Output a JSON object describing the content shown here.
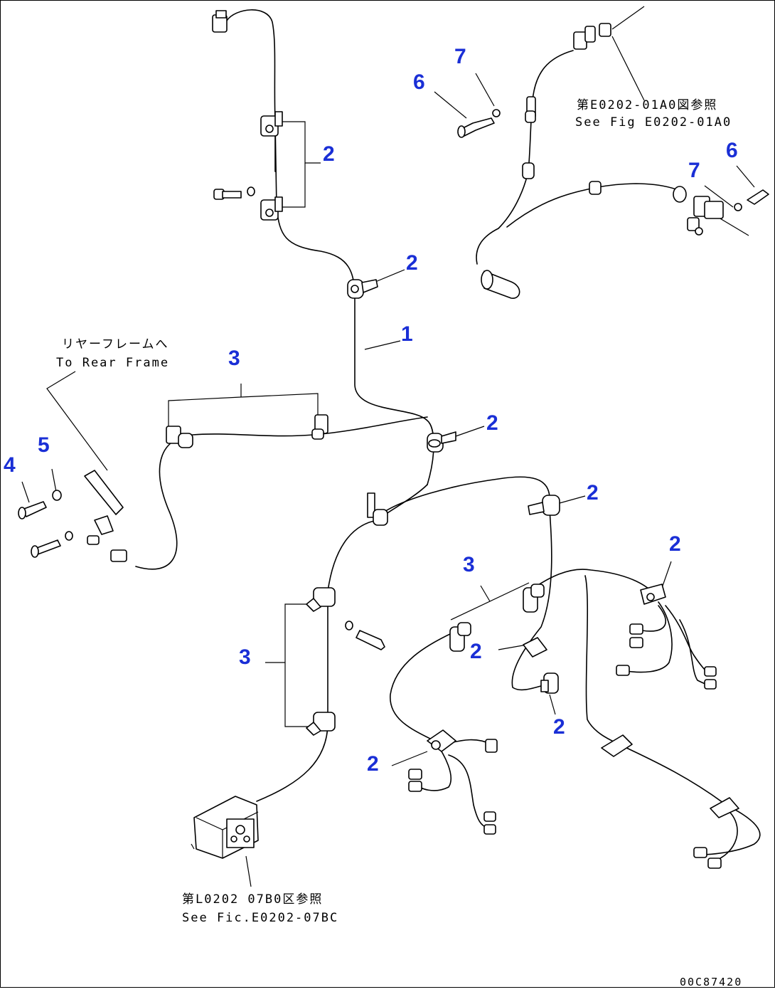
{
  "callouts": {
    "c1": "1",
    "c2": "2",
    "c3": "3",
    "c4": "4",
    "c5": "5",
    "c6": "6",
    "c7": "7"
  },
  "notes": {
    "top_right_ja": "第E0202-01A0図参照",
    "top_right_en": "See Fig E0202-01A0",
    "rear_frame_ja": "リヤーフレームへ",
    "rear_frame_en": "To Rear Frame",
    "bottom_ja": "第L0202 07B0区参照",
    "bottom_en": "See Fic.E0202-07BC"
  },
  "drawing_code": "00C87420",
  "colors": {
    "callout": "#1a2fd6",
    "line": "#000000",
    "background": "#ffffff"
  }
}
